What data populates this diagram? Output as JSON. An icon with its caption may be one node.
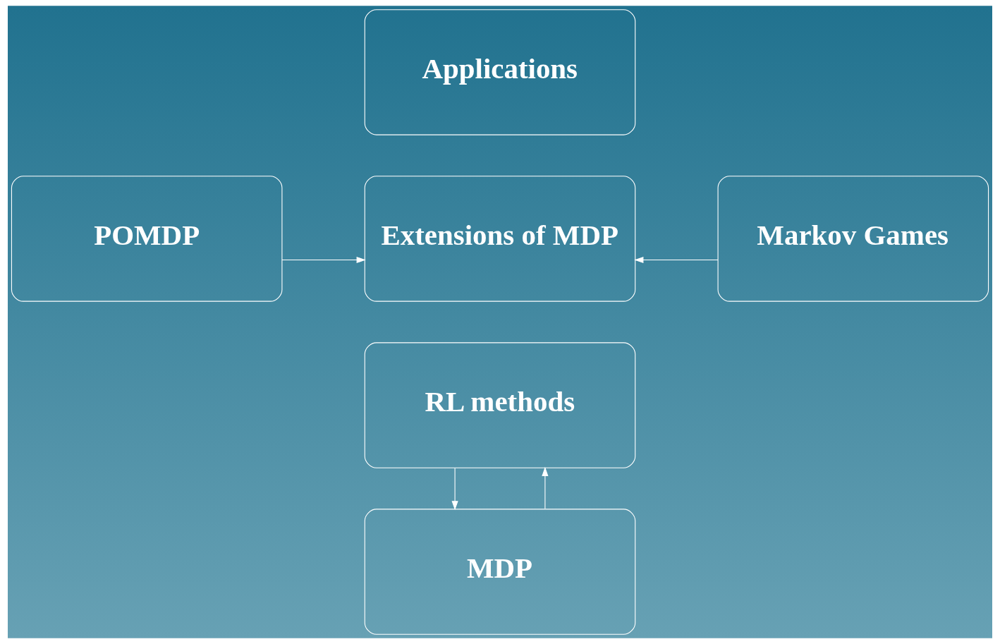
{
  "diagram": {
    "nodes": [
      {
        "text": [
          "Applications"
        ]
      },
      {
        "text": [
          "POMDP"
        ]
      },
      {
        "text": [
          "Extensions of MDP"
        ]
      },
      {
        "text": [
          "Markov Games"
        ]
      },
      {
        "text": [
          "RL methods"
        ]
      },
      {
        "text": [
          "MDP"
        ]
      }
    ],
    "edges": [
      {
        "from": 1,
        "to": 2,
        "arrow": "to"
      },
      {
        "from": 3,
        "to": 2,
        "arrow": "to"
      },
      {
        "from": 4,
        "to": 5,
        "arrow": "to"
      },
      {
        "from": 5,
        "to": 4,
        "arrow": "to"
      }
    ]
  }
}
